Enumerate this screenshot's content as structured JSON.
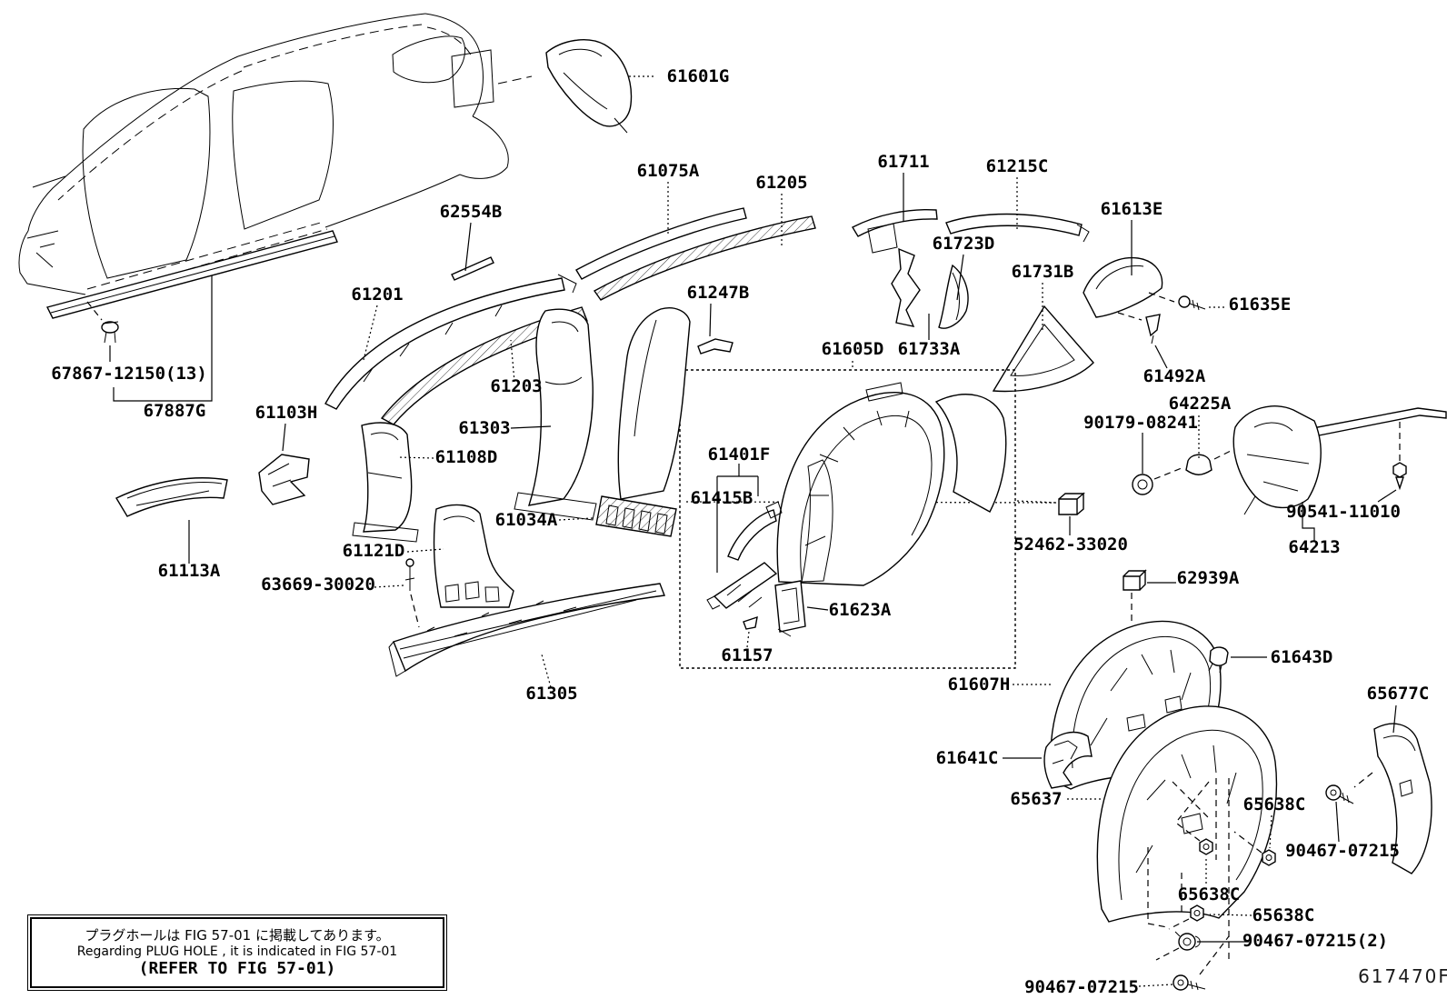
{
  "figure": {
    "code": "617470F"
  },
  "note_box": {
    "line_jp": "プラグホールは FIG 57-01 に掲載してあります。",
    "line_en": "Regarding  PLUG  HOLE , it is indicated in FIG  57-01",
    "line_ref": "(REFER TO FIG 57-01)"
  },
  "labels": [
    {
      "part_no": "61601G"
    },
    {
      "part_no": "61075A"
    },
    {
      "part_no": "61205"
    },
    {
      "part_no": "61711"
    },
    {
      "part_no": "61215C"
    },
    {
      "part_no": "61613E"
    },
    {
      "part_no": "62554B"
    },
    {
      "part_no": "61723D"
    },
    {
      "part_no": "61731B"
    },
    {
      "part_no": "61635E"
    },
    {
      "part_no": "61201"
    },
    {
      "part_no": "61247B"
    },
    {
      "part_no": "61733A"
    },
    {
      "part_no": "61605D"
    },
    {
      "part_no": "67867-12150(13)"
    },
    {
      "part_no": "67887G"
    },
    {
      "part_no": "61103H"
    },
    {
      "part_no": "61203"
    },
    {
      "part_no": "61303"
    },
    {
      "part_no": "61108D"
    },
    {
      "part_no": "61034A"
    },
    {
      "part_no": "61121D"
    },
    {
      "part_no": "61113A"
    },
    {
      "part_no": "63669-30020"
    },
    {
      "part_no": "61305"
    },
    {
      "part_no": "61401F"
    },
    {
      "part_no": "61415B"
    },
    {
      "part_no": "52462-33020"
    },
    {
      "part_no": "90179-08241"
    },
    {
      "part_no": "64225A"
    },
    {
      "part_no": "61492A"
    },
    {
      "part_no": "64213"
    },
    {
      "part_no": "90541-11010"
    },
    {
      "part_no": "62939A"
    },
    {
      "part_no": "61643D"
    },
    {
      "part_no": "61623A"
    },
    {
      "part_no": "61157"
    },
    {
      "part_no": "61607H"
    },
    {
      "part_no": "65677C"
    },
    {
      "part_no": "61641C"
    },
    {
      "part_no": "65637"
    },
    {
      "part_no": "65638C"
    },
    {
      "part_no": "90467-07215"
    },
    {
      "part_no": "65638C"
    },
    {
      "part_no": "65638C"
    },
    {
      "part_no": "90467-07215(2)"
    },
    {
      "part_no": "90467-07215"
    }
  ]
}
